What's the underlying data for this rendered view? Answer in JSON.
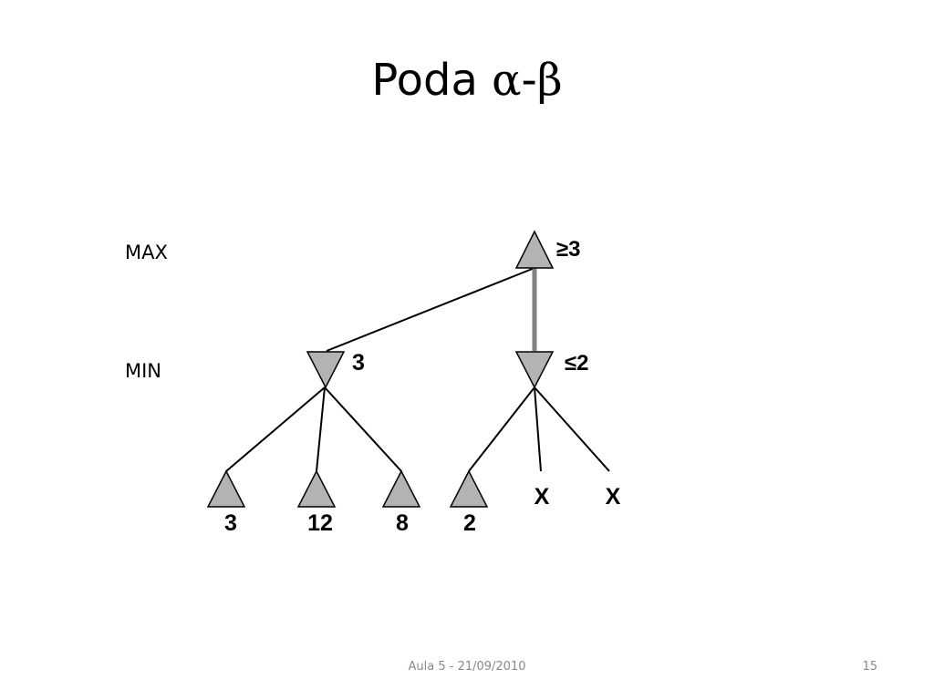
{
  "slide": {
    "title_prefix": "Poda ",
    "title_alpha": "α",
    "title_dash": "-",
    "title_beta": "β"
  },
  "diagram": {
    "level_labels": [
      "MAX",
      "MIN"
    ],
    "root_bound": "≥3",
    "min_left_value": "3",
    "min_right_bound": "≤2",
    "leaf_values": [
      "3",
      "12",
      "8",
      "2"
    ],
    "pruned_marks": [
      "X",
      "X"
    ]
  },
  "footer": {
    "center": "Aula 5 - 21/09/2010",
    "page_number": "15"
  }
}
